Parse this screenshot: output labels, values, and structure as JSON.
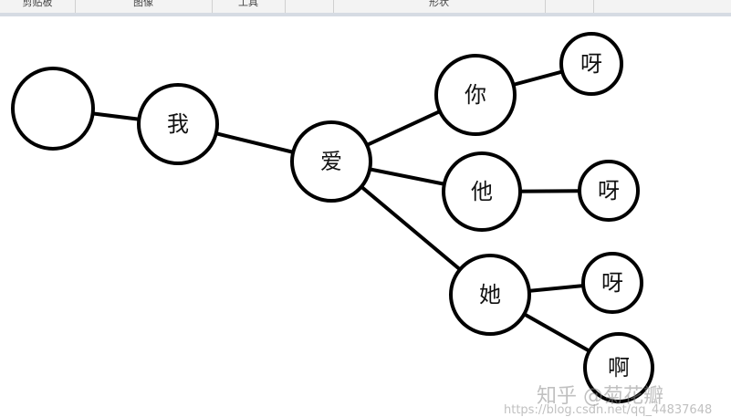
{
  "ribbon": {
    "groups": [
      "剪贴板",
      "图像",
      "工具",
      "",
      "形状",
      ""
    ]
  },
  "diagram": {
    "nodes": [
      {
        "id": "root",
        "label": ""
      },
      {
        "id": "wo",
        "label": "我"
      },
      {
        "id": "ai",
        "label": "爱"
      },
      {
        "id": "ni",
        "label": "你"
      },
      {
        "id": "ta_he",
        "label": "他"
      },
      {
        "id": "ta_she",
        "label": "她"
      },
      {
        "id": "ya1",
        "label": "呀"
      },
      {
        "id": "ya2",
        "label": "呀"
      },
      {
        "id": "ya3",
        "label": "呀"
      },
      {
        "id": "a",
        "label": "啊"
      }
    ],
    "edges": [
      [
        "root",
        "wo"
      ],
      [
        "wo",
        "ai"
      ],
      [
        "ai",
        "ni"
      ],
      [
        "ai",
        "ta_he"
      ],
      [
        "ai",
        "ta_she"
      ],
      [
        "ni",
        "ya1"
      ],
      [
        "ta_he",
        "ya2"
      ],
      [
        "ta_she",
        "ya3"
      ],
      [
        "ta_she",
        "a"
      ]
    ]
  },
  "watermark": {
    "text": "知乎 @菊花瓣",
    "url": "https://blog.csdn.net/qq_44837648"
  }
}
